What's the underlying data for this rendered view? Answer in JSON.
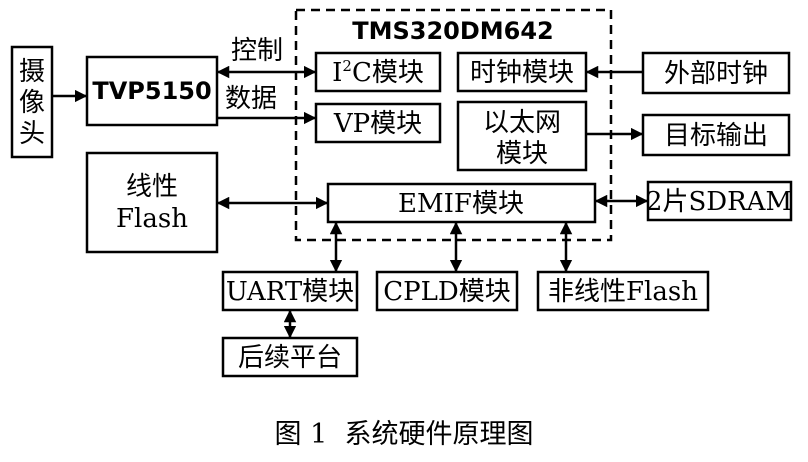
{
  "diagram": {
    "dsp_title": "TMS320DM642",
    "nodes": {
      "camera": [
        "摄",
        "像",
        "头"
      ],
      "tvp5150": "TVP5150",
      "i2c_prefix": "I",
      "i2c_sup": "2",
      "i2c_suffix": "C模块",
      "vp": "VP模块",
      "clock": "时钟模块",
      "ext_clock": "外部时钟",
      "ethernet": [
        "以太网",
        "模块"
      ],
      "target_out": "目标输出",
      "linear_flash": [
        "线性",
        "Flash"
      ],
      "emif": "EMIF模块",
      "sdram": "2片SDRAM",
      "uart": "UART模块",
      "cpld": "CPLD模块",
      "nonlinear_flash": "非线性Flash",
      "subsequent": "后续平台"
    },
    "edge_labels": {
      "control": "控制",
      "data": "数据"
    },
    "caption": "图 1  系统硬件原理图"
  }
}
